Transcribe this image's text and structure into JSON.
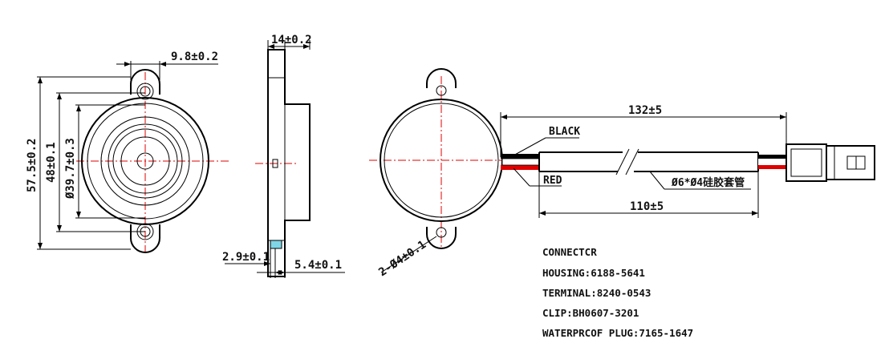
{
  "dimensions": {
    "hole_spacing": "9.8±0.2",
    "thickness": "14±0.2",
    "overall_height": "57.5±0.2",
    "body_diameter": "48±0.1",
    "inner_diameter": "Ø39.7±0.3",
    "small_step": "2.9±0.1",
    "flange_offset": "5.4±0.1",
    "mount_holes": "2-Ø4±0.1",
    "cable_length": "132±5",
    "sleeve_length": "110±5"
  },
  "wires": {
    "black": "BLACK",
    "red": "RED",
    "sleeve": "Ø6*Ø4硅胶套管"
  },
  "connector_notes": [
    "CONNECTCR",
    "HOUSING:6188-5641",
    "TERMINAL:8240-0543",
    "CLIP:BH0607-3201",
    "WATERPRCOF PLUG:7165-1647"
  ],
  "colors": {
    "line": "#000000",
    "centerline": "#e00000",
    "wire_red": "#e00000",
    "wire_black": "#000000",
    "hatch": "#7fd6e6"
  }
}
